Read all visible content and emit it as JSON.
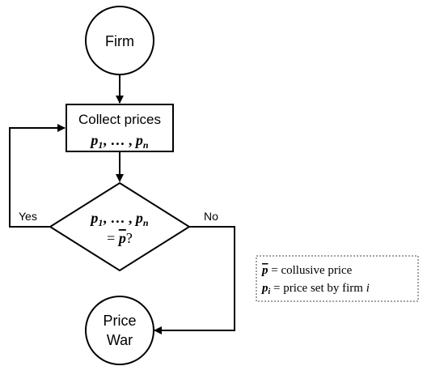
{
  "nodes": {
    "start": {
      "label": "Firm"
    },
    "collect": {
      "label": "Collect prices",
      "formula_main": "p",
      "formula_sub1": "1",
      "formula_sep": ", … , ",
      "formula_subn": "n"
    },
    "decision": {
      "line1_main": "p",
      "line1_sub1": "1",
      "line1_sep": ", … , ",
      "line1_subn": "n",
      "line2_prefix": "= ",
      "line2_var": "p",
      "line2_suffix": "?"
    },
    "end": {
      "line1": "Price",
      "line2": "War"
    }
  },
  "edges": {
    "yes_label": "Yes",
    "no_label": "No"
  },
  "legend": {
    "row1_var": "p",
    "row1_text": " = collusive price",
    "row2_var": "p",
    "row2_sub": "i",
    "row2_text": " = price set by firm ",
    "row2_italic": "i"
  }
}
